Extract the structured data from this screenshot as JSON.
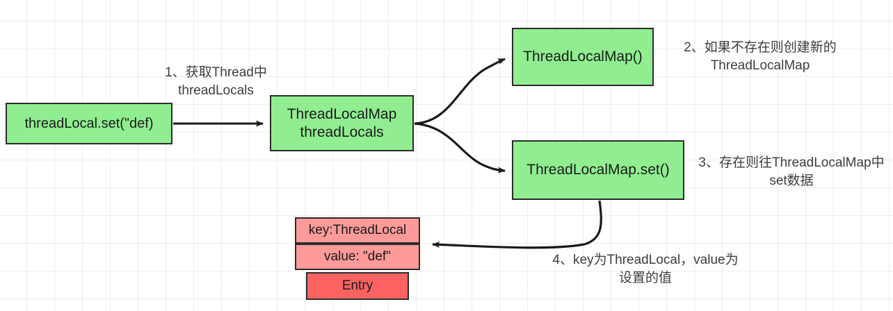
{
  "diagram": {
    "title": "ThreadLocal set flow",
    "colors": {
      "node_green": "#90ee90",
      "entry_key_pink": "#ff9a9a",
      "entry_value_pink": "#ff9a9a",
      "entry_name_coral": "#fb6363",
      "border": "#2b2b2b",
      "arrow": "#1a1a1a",
      "grid": "#dadee2",
      "background": "#ffffff"
    },
    "nodes": {
      "set_call": "threadLocal.set(\"def)",
      "thread_locals": "ThreadLocalMap\nthreadLocals",
      "new_map": "ThreadLocalMap()",
      "map_set": "ThreadLocalMap.set()"
    },
    "entry": {
      "key": "key:ThreadLocal",
      "value": "value: \"def\"",
      "name": "Entry"
    },
    "labels": {
      "step1": "1、获取Thread中\nthreadLocals",
      "step2": "2、如果不存在则创建新的\nThreadLocalMap",
      "step3": "3、存在则往ThreadLocalMap中\nset数据",
      "step4": "4、key为ThreadLocal，value为\n设置的值"
    }
  }
}
